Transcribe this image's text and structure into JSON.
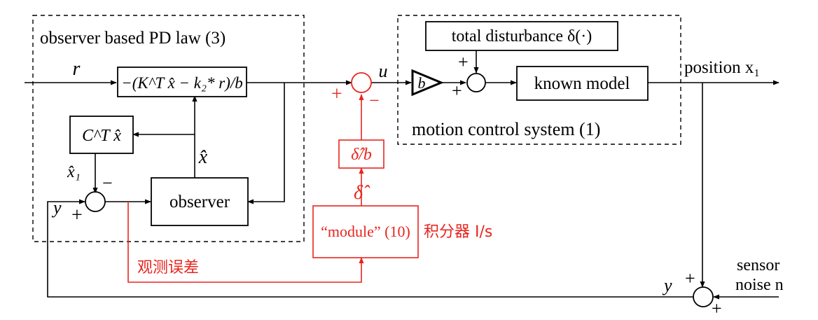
{
  "regions": {
    "observer_region_label": "observer based PD law (3)",
    "motion_region_label": "motion control system (1)"
  },
  "blocks": {
    "control_law": "−(K^T x̂ − k₂* r)/b",
    "ct_xhat": "C^T x̂",
    "observer": "observer",
    "delta_over_b": "δ̂/b",
    "module": "“module” (10)",
    "total_disturbance": "total disturbance δ(·)",
    "known_model": "known model",
    "gain": "b"
  },
  "signals": {
    "reference": "r",
    "control": "u",
    "xhat": "x̂",
    "xhat1": "x̂₁",
    "y_left": "y",
    "y_right": "y",
    "delta_hat": "δ̂",
    "position": "position x₁",
    "sensor": "sensor",
    "noise": "noise n"
  },
  "signs": {
    "plus": "+",
    "minus": "−"
  },
  "annotations": {
    "integrator": "积分器 I/s",
    "observation_error": "观测误差"
  },
  "colors": {
    "diagram": "#000000",
    "modification": "#e8261f"
  }
}
